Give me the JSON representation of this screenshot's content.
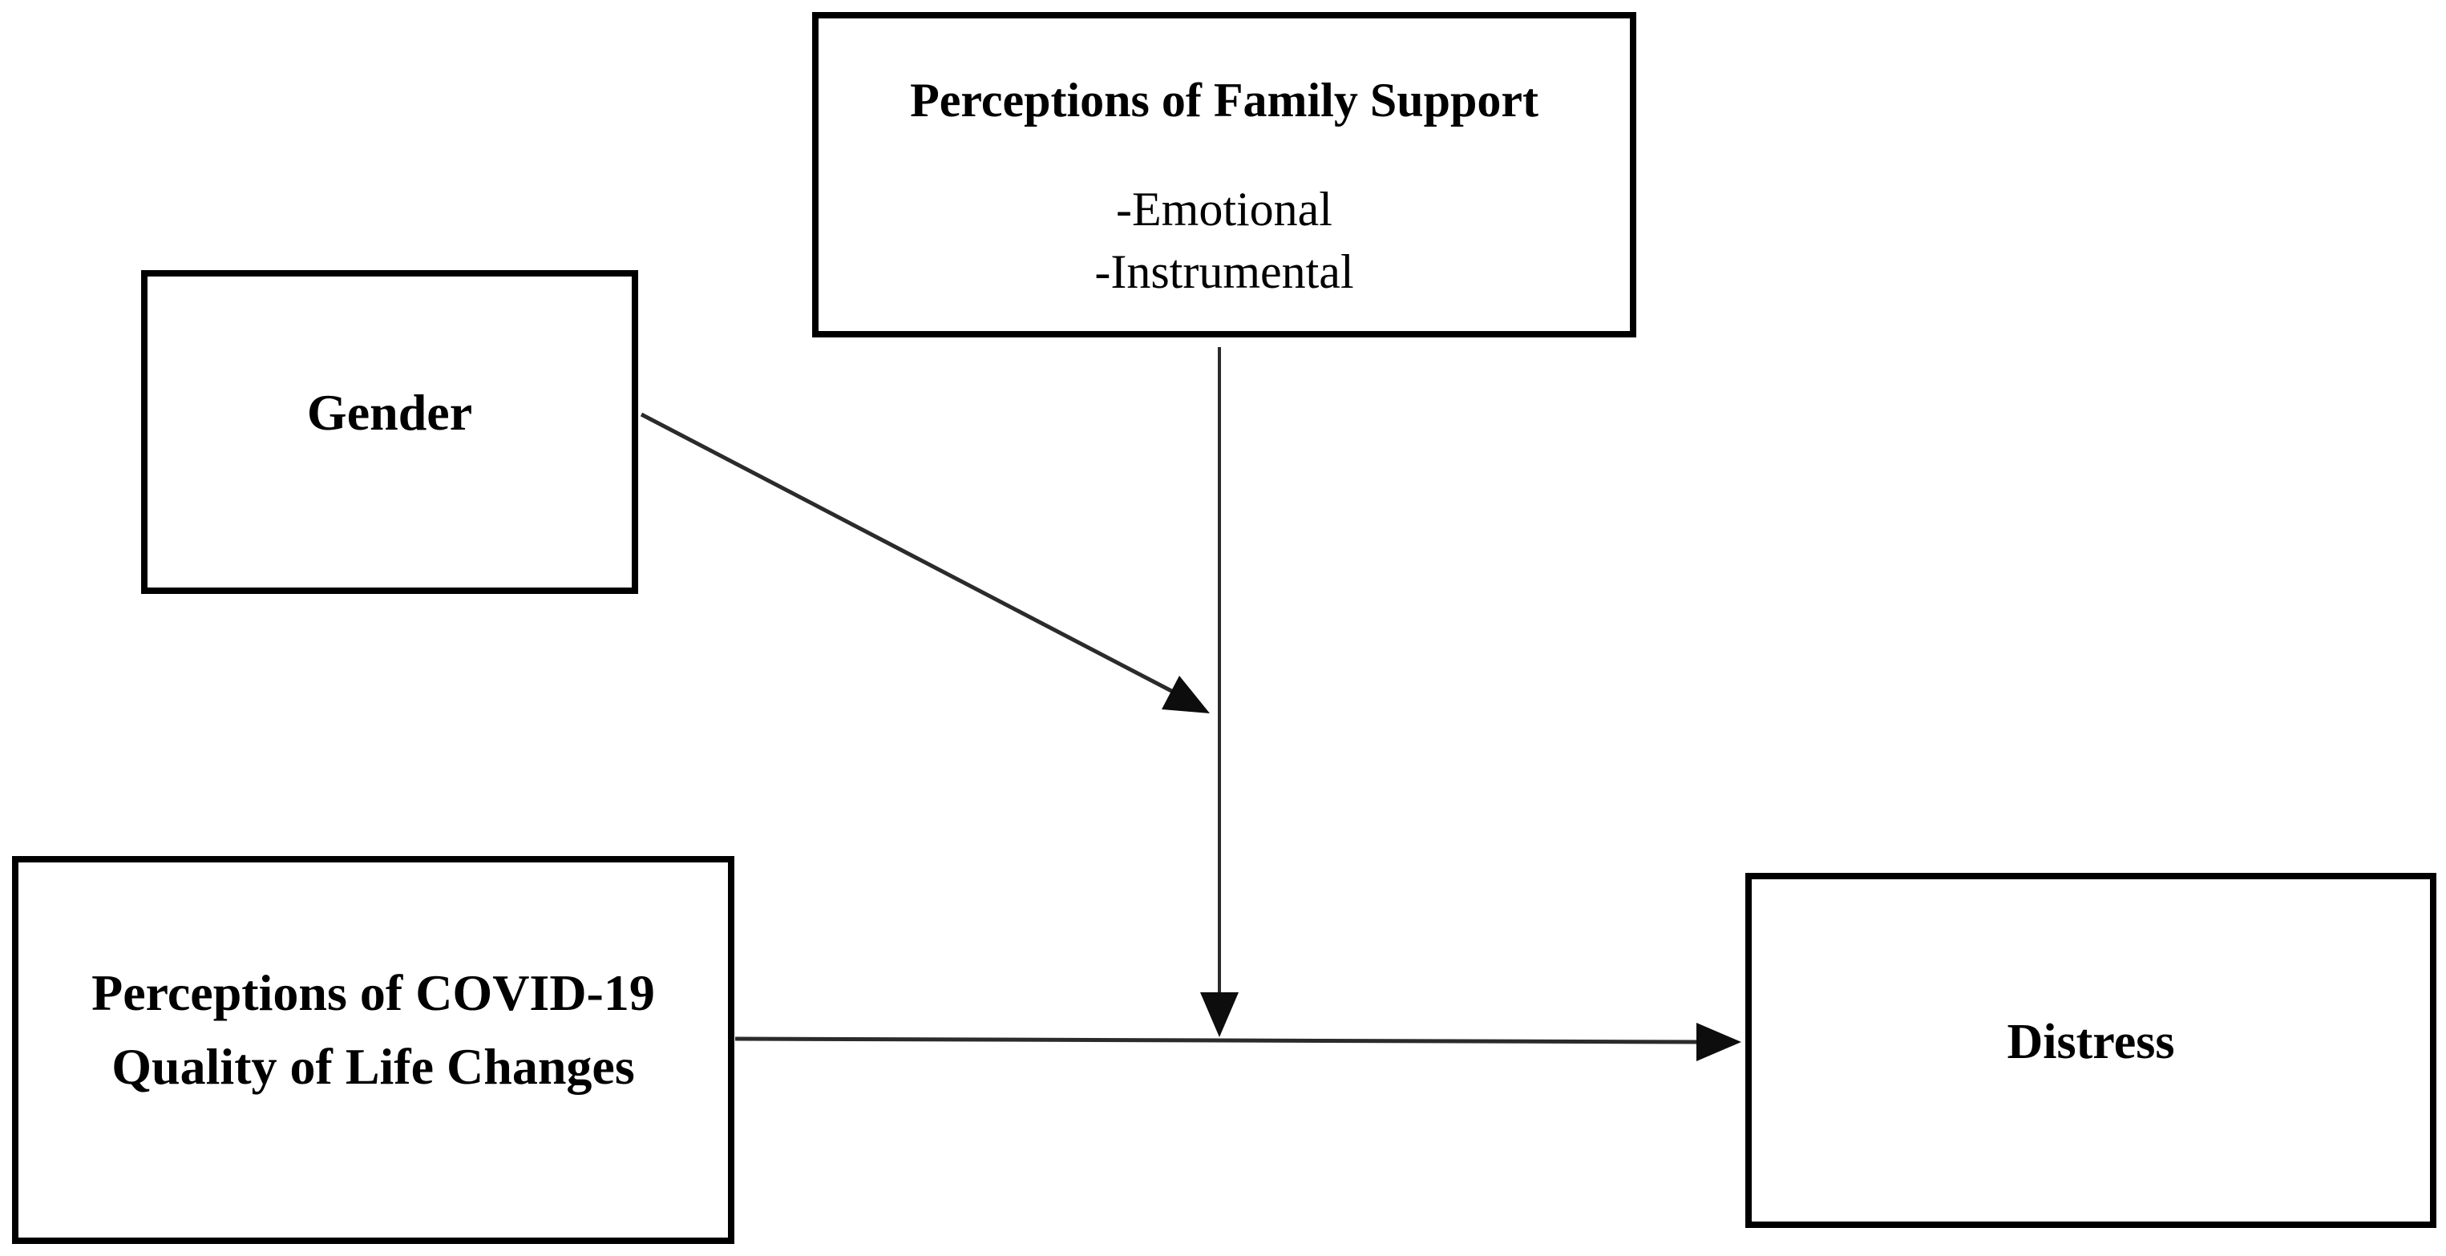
{
  "diagram": {
    "background": "#ffffff",
    "colors": {
      "box_border": "#000000",
      "text": "#000000",
      "line": "#2b2b2b",
      "arrowhead": "#0d0d0d"
    },
    "nodes": {
      "family_support": {
        "title": "Perceptions of Family Support",
        "items": [
          "-Emotional",
          "-Instrumental"
        ]
      },
      "gender": {
        "label": "Gender"
      },
      "covid_qol": {
        "line1": "Perceptions of COVID-19",
        "line2": "Quality of Life Changes"
      },
      "distress": {
        "label": "Distress"
      }
    },
    "edges": [
      {
        "from": "gender",
        "to": "family_support_vertical_path",
        "style": "arrow"
      },
      {
        "from": "family_support",
        "to": "covid_to_distress_path",
        "style": "arrow"
      },
      {
        "from": "covid_qol",
        "to": "distress",
        "style": "arrow"
      }
    ]
  }
}
